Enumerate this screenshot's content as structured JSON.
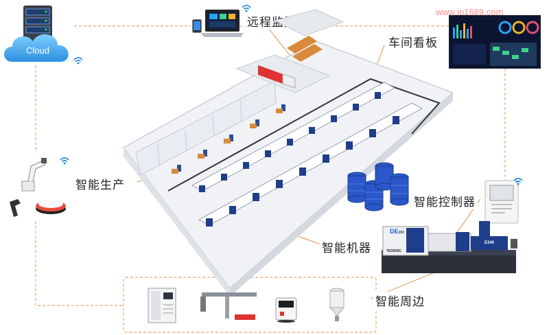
{
  "watermark": "www.ip1689.com",
  "cloud": {
    "label": "Cloud"
  },
  "labels": {
    "remote_monitoring": "远程监控",
    "workshop_board": "车间看板",
    "smart_production": "智能生产",
    "smart_controller": "智能控制器",
    "smart_machine": "智能机器",
    "smart_peripherals": "智能周边"
  },
  "machine": {
    "model_badge": "DE",
    "model_small": "250",
    "brand": "TEDERIC",
    "side_badge": "E340"
  },
  "icons": [
    "server-icon",
    "cloud-icon",
    "wifi-icon",
    "laptop-icon",
    "tablet-icon",
    "robot-arm-icon",
    "barcode-scanner-icon",
    "agv-icon",
    "controller-panel-icon",
    "chiller-icon",
    "manipulator-icon",
    "temperature-controller-icon",
    "dryer-icon",
    "silo-icon"
  ],
  "colors": {
    "connector": "#e8a36a",
    "machine_blue": "#1f3e8a",
    "floor": "#f0f2f5",
    "wall": "#e4e7eb"
  }
}
